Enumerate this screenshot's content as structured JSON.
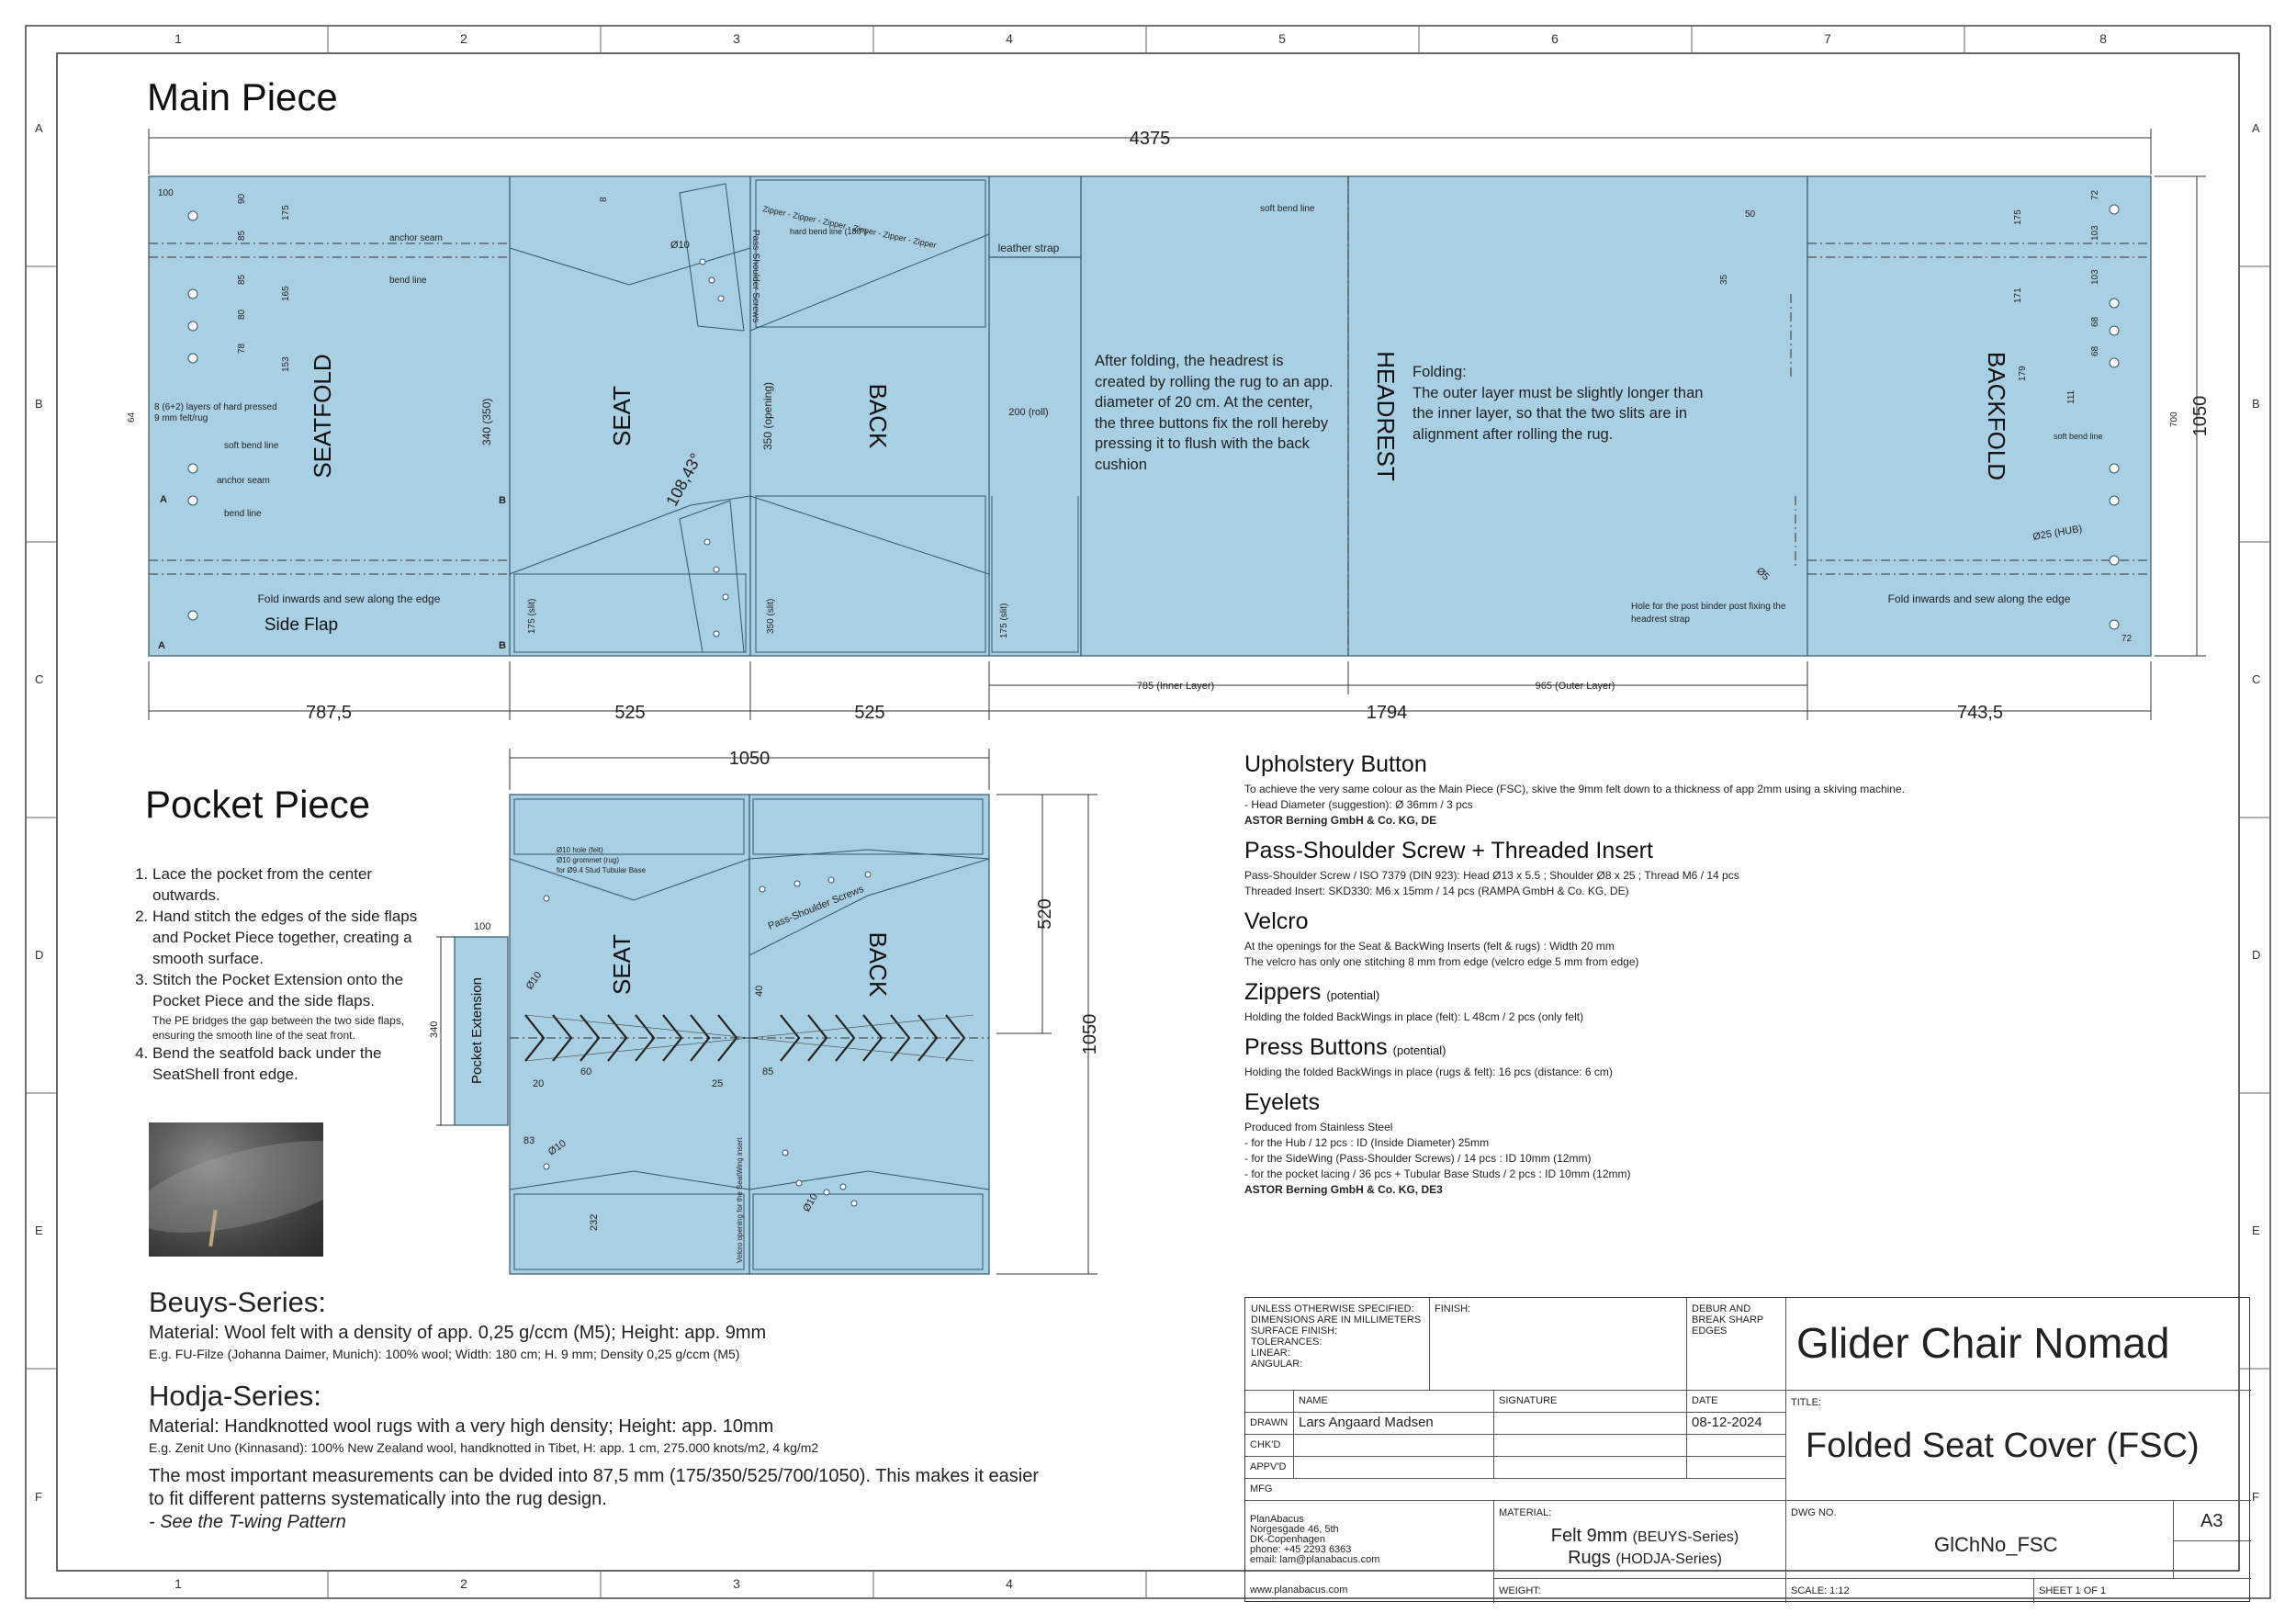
{
  "border": {
    "col_labels": [
      "1",
      "2",
      "3",
      "4",
      "5",
      "6",
      "7",
      "8"
    ],
    "row_labels": [
      "A",
      "B",
      "C",
      "D",
      "E",
      "F"
    ]
  },
  "main": {
    "title": "Main Piece",
    "overall_width": "4375",
    "overall_height": "1050",
    "sections": [
      "SEATFOLD",
      "SEAT",
      "BACK",
      "HEADREST",
      "BACKFOLD"
    ],
    "bottom_dims": [
      "787,5",
      "525",
      "525",
      "1794",
      "743,5"
    ],
    "inner_layer": "785 (Inner Layer)",
    "outer_layer": "965 (Outer Layer)",
    "headrest_text": "After folding, the headrest is created by rolling the rug to an app. diameter of 20 cm. At the center, the three buttons fix the roll hereby pressing it to flush with the back cushion",
    "folding_text": "Folding:\nThe outer layer must be slightly longer than the inner layer, so that the two slits are in alignment after rolling the rug.",
    "side_flap": "Side Flap",
    "fold_inwards": "Fold inwards and sew along the edge",
    "fold_inwards_right": "Fold inwards and sew along the edge",
    "layers_note": "8 (6+2) layers of hard pressed 9 mm felt/rug",
    "anchor_seam": "anchor seam",
    "bend_line": "bend line",
    "soft_bend_line": "soft bend line",
    "leather_strap": "leather strap",
    "hard_bend": "hard bend line (180°)",
    "zipper_text": "Zipper - Zipper - Zipper - Zipper - Zipper - Zipper",
    "pass_screws": "Pass-Shoulder Screws",
    "angle": "108,43°",
    "hole_note": "Hole for the post binder post fixing the headrest strap",
    "hub": "Ø25 (HUB)",
    "d10": "Ø10",
    "d5": "Ø5",
    "roll": "200 (roll)",
    "opening": "350 (opening)",
    "dims_left": [
      "100",
      "90",
      "85",
      "85",
      "80",
      "78",
      "175",
      "165",
      "153",
      "64",
      "340 (350)",
      "175 (slit)",
      "8",
      "350 (slit)",
      "175 (slit)"
    ],
    "dims_right": [
      "72",
      "103",
      "103",
      "68",
      "68",
      "111",
      "179",
      "175",
      "171",
      "50",
      "35",
      "700",
      "72"
    ],
    "marker_a": "A",
    "marker_b": "B"
  },
  "pocket": {
    "title": "Pocket Piece",
    "instructions": [
      "Lace the pocket from the center outwards.",
      "Hand stitch the edges of the side flaps and Pocket Piece together, creating a smooth surface.",
      "Stitch the Pocket Extension onto the Pocket Piece and the side flaps.",
      "Bend the seatfold back under the SeatShell front edge."
    ],
    "pe_note": "The PE bridges the gap between the two side flaps, ensuring the smooth line of the seat front.",
    "width": "1050",
    "height": "1050",
    "upper": "520",
    "seat": "SEAT",
    "back": "BACK",
    "extension": "Pocket Extension",
    "hole_note": "Ø10 hole (felt)\nØ10 grommet (rug)\nfor Ø9.4 Stud Tubular Base",
    "pass_screws": "Pass-Shoulder Screws",
    "velcro": "Velcro opening for the SeatWing insert",
    "dims": [
      "100",
      "340",
      "20",
      "60",
      "25",
      "85",
      "40",
      "83",
      "232",
      "Ø10",
      "Ø10",
      "Ø10"
    ]
  },
  "materials": {
    "beuys_title": "Beuys-Series:",
    "beuys_material": "Material: Wool felt with a density of app. 0,25 g/ccm (M5); Height: app. 9mm",
    "beuys_eg": "E.g. FU-Filze (Johanna Daimer, Munich): 100% wool; Width: 180 cm; H. 9 mm; Density 0,25 g/ccm (M5)",
    "hodja_title": "Hodja-Series:",
    "hodja_material": "Material: Handknotted wool rugs with a very high density; Height: app. 10mm",
    "hodja_eg": "E.g. Zenit Uno (Kinnasand): 100% New Zealand wool, handknotted in Tibet, H: app. 1 cm, 275.000 knots/m2, 4 kg/m2",
    "note1": "The most important measurements can be dvided into 87,5 mm (175/350/525/700/1050). This makes it easier",
    "note2": "to fit different patterns systematically into the rug design.",
    "note3": "- See the T-wing Pattern"
  },
  "specs": [
    {
      "title": "Upholstery Button",
      "lines": [
        "To achieve the very same colour as the Main Piece (FSC), skive the 9mm felt down to a thickness of app 2mm using a skiving machine.",
        "- Head Diameter (suggestion): Ø 36mm / 3 pcs",
        "ASTOR Berning GmbH & Co. KG, DE"
      ]
    },
    {
      "title": "Pass-Shoulder Screw + Threaded Insert",
      "lines": [
        "Pass-Shoulder Screw / ISO 7379 (DIN 923): Head Ø13 x 5.5 ; Shoulder Ø8 x 25 ; Thread M6 / 14 pcs",
        "Threaded Insert: SKD330: M6 x 15mm / 14 pcs (RAMPA GmbH & Co. KG, DE)"
      ]
    },
    {
      "title": "Velcro",
      "lines": [
        "At the openings for the Seat & BackWing Inserts (felt & rugs) : Width 20 mm",
        "The velcro has only one stitching 8 mm from edge (velcro edge 5 mm from edge)"
      ]
    },
    {
      "title": "Zippers",
      "sub": "(potential)",
      "lines": [
        "Holding the folded BackWings in place (felt): L 48cm / 2 pcs (only felt)"
      ]
    },
    {
      "title": "Press Buttons",
      "sub": "(potential)",
      "lines": [
        "Holding the folded BackWings in place (rugs & felt): 16 pcs (distance: 6 cm)"
      ]
    },
    {
      "title": "Eyelets",
      "lines": [
        "Produced from Stainless Steel",
        "- for the Hub / 12 pcs : ID (Inside Diameter) 25mm",
        "- for the SideWing (Pass-Shoulder Screws) / 14 pcs : ID 10mm (12mm)",
        "- for the pocket lacing / 36 pcs + Tubular Base Studs / 2 pcs : ID 10mm (12mm)",
        "ASTOR Berning GmbH & Co. KG, DE3"
      ]
    }
  ],
  "titleblock": {
    "unless": "UNLESS OTHERWISE SPECIFIED:\nDIMENSIONS ARE IN MILLIMETERS\nSURFACE FINISH:\nTOLERANCES:\n   LINEAR:\n   ANGULAR:",
    "finish": "FINISH:",
    "debur": "DEBUR AND\nBREAK SHARP\nEDGES",
    "name_h": "NAME",
    "signature_h": "SIGNATURE",
    "date_h": "DATE",
    "drawn": "DRAWN",
    "drawn_name": "Lars Angaard Madsen",
    "drawn_date": "08-12-2024",
    "chkd": "CHK'D",
    "appvd": "APPV'D",
    "mfg": "MFG",
    "company": "PlanAbacus\nNorgesgade 46, 5th\nDK-Copenhagen\nphone: +45 2293 6363\nemail: lam@planabacus.com",
    "website": "www.planabacus.com",
    "material_h": "MATERIAL:",
    "material1": "Felt 9mm",
    "material1_sub": "(BEUYS-Series)",
    "material2": "Rugs",
    "material2_sub": "(HODJA-Series)",
    "weight_h": "WEIGHT:",
    "product": "Glider Chair Nomad",
    "title_h": "TITLE:",
    "title": "Folded Seat Cover (FSC)",
    "dwg_h": "DWG NO.",
    "dwg": "GlChNo_FSC",
    "size": "A3",
    "scale": "SCALE:  1:12",
    "sheet": "SHEET 1 OF 1"
  },
  "colors": {
    "panel": "#a9cfe3",
    "stroke": "#34556b",
    "line": "#333333"
  }
}
